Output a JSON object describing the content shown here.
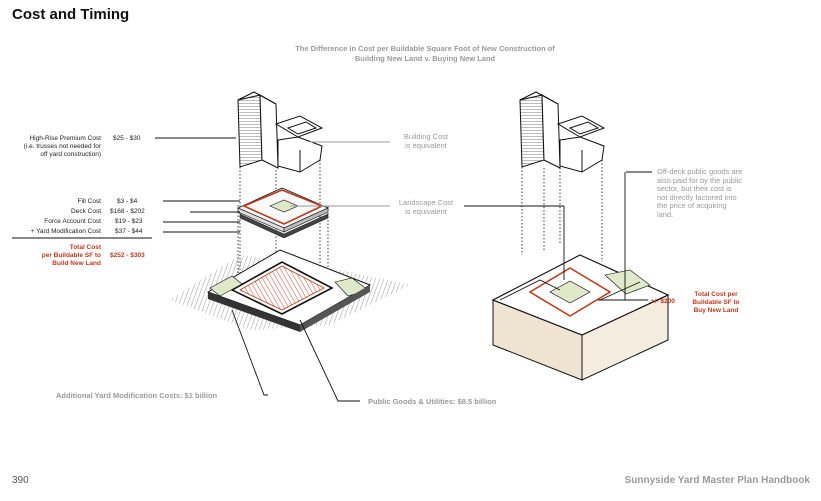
{
  "title": "Cost and Timing",
  "subtitle_line1": "The Difference in Cost per Buildable Square Foot of New Construction of",
  "subtitle_line2": "Building New Land v. Buying New Land",
  "left_costs": {
    "highrise_label_1": "High-Rise Premium Cost",
    "highrise_label_2": "(i.e. trusses not needed for",
    "highrise_label_3": "off yard construction)",
    "highrise_value": "$25 -  $30",
    "fill_label": "Fill Cost",
    "fill_value": "$3 -  $4",
    "deck_label": "Deck Cost",
    "deck_value": "$168 -  $202",
    "force_label": "Force Account Cost",
    "force_value": "$19 -  $23",
    "yard_label": "+  Yard Modification Cost",
    "yard_value": "$37 -  $44",
    "total_label_1": "Total Cost",
    "total_label_2": "per Buildable SF to",
    "total_label_3": "Build New Land",
    "total_value": "$252 -  $303"
  },
  "center_notes": {
    "building_1": "Building Cost",
    "building_2": "is equivalent",
    "landscape_1": "Landscape Cost",
    "landscape_2": "is equivalent"
  },
  "right_notes": {
    "offdeck_1": "Off-deck public goods are",
    "offdeck_2": "also paid for by the public",
    "offdeck_3": "sector, but their cost is",
    "offdeck_4": "not directly factored into",
    "offdeck_5": "the price of acquiring",
    "offdeck_6": "land.",
    "buy_value": ".+/- $200",
    "buy_label_1": "Total Cost per",
    "buy_label_2": "Buildable SF to",
    "buy_label_3": "Buy New Land"
  },
  "bottom_notes": {
    "yard_mod": "Additional Yard Modification Costs: $1 billion",
    "public_goods": "Public Goods & Utilities: $8.5 billion"
  },
  "footer": {
    "page_number": "390",
    "handbook": "Sunnyside Yard Master Plan Handbook"
  },
  "colors": {
    "accent_red": "#c0391b",
    "note_gray": "#9a9a9a",
    "ground_tan": "#efe3d2",
    "green_pad": "#dfe8c9"
  }
}
